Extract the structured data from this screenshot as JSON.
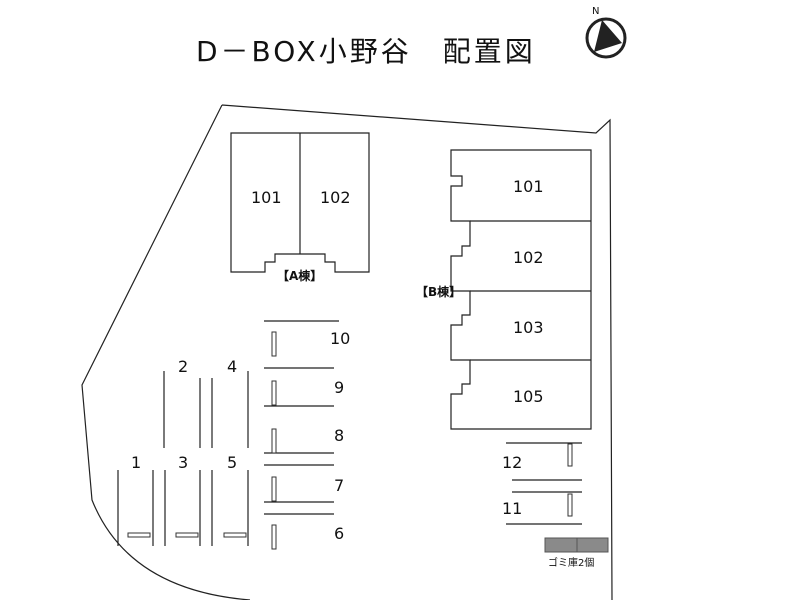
{
  "title": "D－BOX小野谷　配置図",
  "north": {
    "label": "N"
  },
  "building_a": {
    "label": "【A棟】",
    "rooms": [
      "101",
      "102"
    ]
  },
  "building_b": {
    "label": "【B棟】",
    "rooms": [
      "101",
      "102",
      "103",
      "105"
    ]
  },
  "parking": {
    "left": [
      "1",
      "2",
      "3",
      "4",
      "5"
    ],
    "middle": [
      "10",
      "9",
      "8",
      "7",
      "6"
    ],
    "right": [
      "12",
      "11"
    ]
  },
  "garbage": {
    "label": "ゴミ庫2個",
    "color": "#8a8a8a"
  }
}
